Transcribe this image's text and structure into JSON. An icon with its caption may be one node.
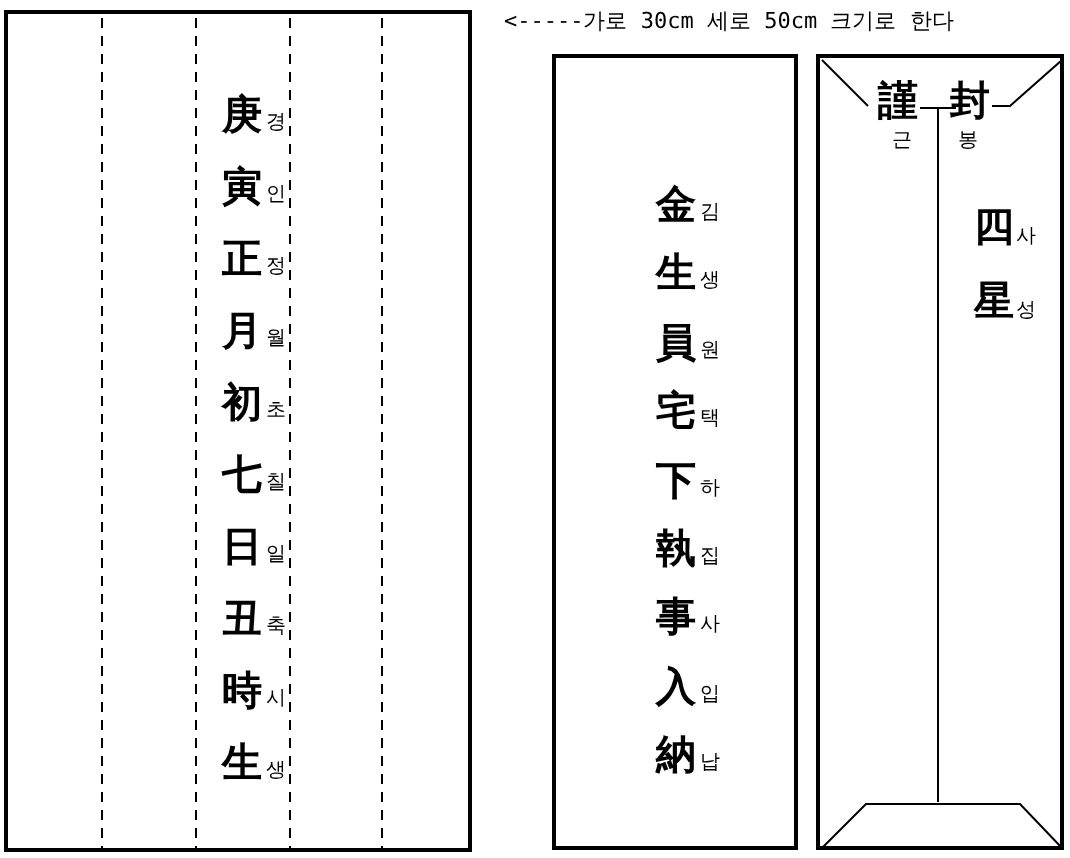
{
  "diagram": {
    "nodes": [
      {
        "text": [
          "庚寅正月初七日丑時生",
          "경인정월초칠일축시생"
        ]
      },
      {
        "text": [
          "金生員宅下執事入納",
          "김생원택하집사입납"
        ]
      },
      {
        "text": [
          "謹",
          "封",
          "근",
          "봉",
          "四星",
          "사성"
        ]
      }
    ],
    "labels": [
      "<-----가로 30cm 세로 50cm 크기로 한다"
    ]
  }
}
